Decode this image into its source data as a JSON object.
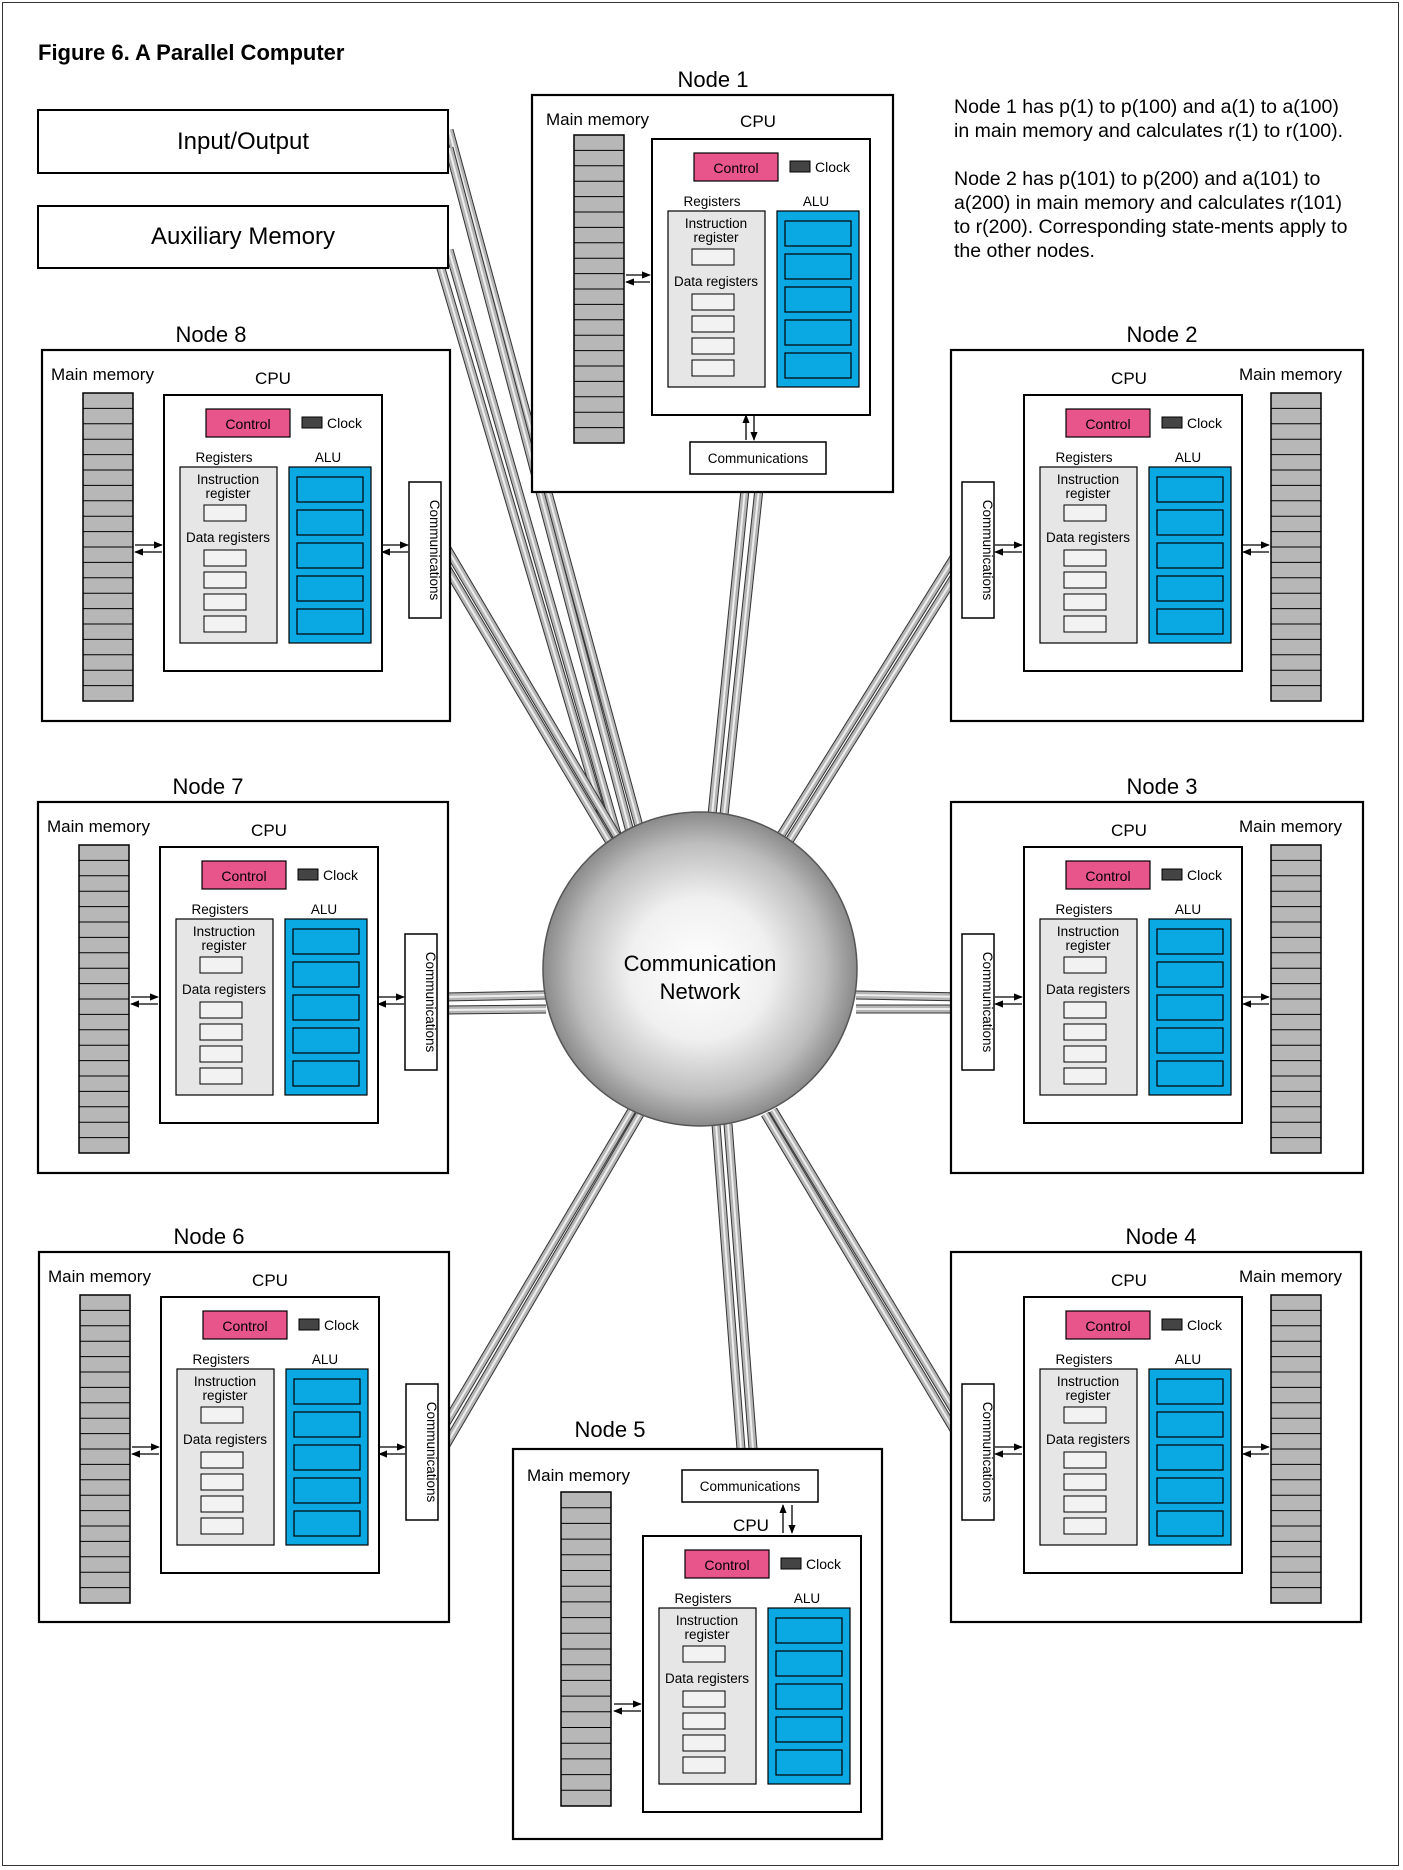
{
  "figure": {
    "title": "Figure 6.  A Parallel Computer"
  },
  "side_boxes": {
    "input_output": "Input/Output",
    "auxiliary_memory": "Auxiliary Memory"
  },
  "network": {
    "label_line1": "Communication",
    "label_line2": "Network"
  },
  "note": {
    "paragraph1": "Node 1 has p(1) to p(100) and a(1) to a(100) in main memory and calculates r(1) to r(100).",
    "paragraph2": "Node 2 has p(101) to p(200) and a(101) to a(200) in main memory and calculates r(101) to r(200).  Corresponding state-ments apply to the other nodes."
  },
  "node_labels": {
    "main_memory": "Main memory",
    "cpu": "CPU",
    "control": "Control",
    "clock": "Clock",
    "registers": "Registers",
    "alu": "ALU",
    "instruction_register_line1": "Instruction",
    "instruction_register_line2": "register",
    "data_registers": "Data registers",
    "communications": "Communications"
  },
  "nodes": [
    {
      "title": "Node 1",
      "comm_position": "bottom",
      "memory_side": "left"
    },
    {
      "title": "Node 2",
      "comm_position": "left",
      "memory_side": "right"
    },
    {
      "title": "Node 3",
      "comm_position": "left",
      "memory_side": "right"
    },
    {
      "title": "Node 4",
      "comm_position": "left",
      "memory_side": "right"
    },
    {
      "title": "Node 5",
      "comm_position": "top",
      "memory_side": "left"
    },
    {
      "title": "Node 6",
      "comm_position": "right",
      "memory_side": "left"
    },
    {
      "title": "Node 7",
      "comm_position": "right",
      "memory_side": "left"
    },
    {
      "title": "Node 8",
      "comm_position": "right",
      "memory_side": "left"
    }
  ],
  "colors": {
    "control": "#e8558a",
    "alu": "#0aa9e3",
    "registers_bg": "#e6e6e6",
    "memory": "#b7b7b7",
    "clock": "#444444",
    "cable": "#b5b5b5"
  }
}
